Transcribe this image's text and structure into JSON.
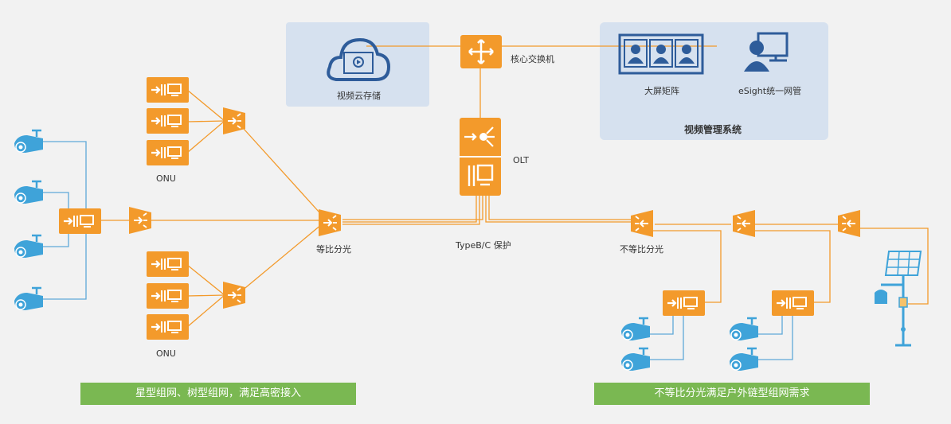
{
  "colors": {
    "orange": "#f39a2b",
    "blue_line": "#5fa8d8",
    "camera_blue": "#3fa3d9",
    "panel_fill": "#d6e1ef",
    "icon_navy": "#2e5c9a",
    "banner_green": "#7ab852",
    "background": "#f2f2f2"
  },
  "labels": {
    "cloud_storage": "视频云存储",
    "core_switch": "核心交换机",
    "video_wall": "大屏矩阵",
    "esight": "eSight统一网管",
    "vms": "视频管理系统",
    "olt": "OLT",
    "onu_top": "ONU",
    "onu_bottom": "ONU",
    "equal_split": "等比分光",
    "type_bc": "TypeB/C 保护",
    "unequal_split": "不等比分光"
  },
  "banners": {
    "left": "星型组网、树型组网，满足高密接入",
    "right": "不等比分光满足户外链型组网需求"
  },
  "icons": {
    "onu": "onu-icon",
    "splitter": "splitter-icon",
    "camera": "camera-icon",
    "switch": "switch-icon",
    "olt": "olt-icon",
    "cloud": "cloud-storage-icon",
    "monitor_wall": "video-wall-icon",
    "operator": "operator-icon",
    "solar_pole": "solar-pole-icon"
  }
}
